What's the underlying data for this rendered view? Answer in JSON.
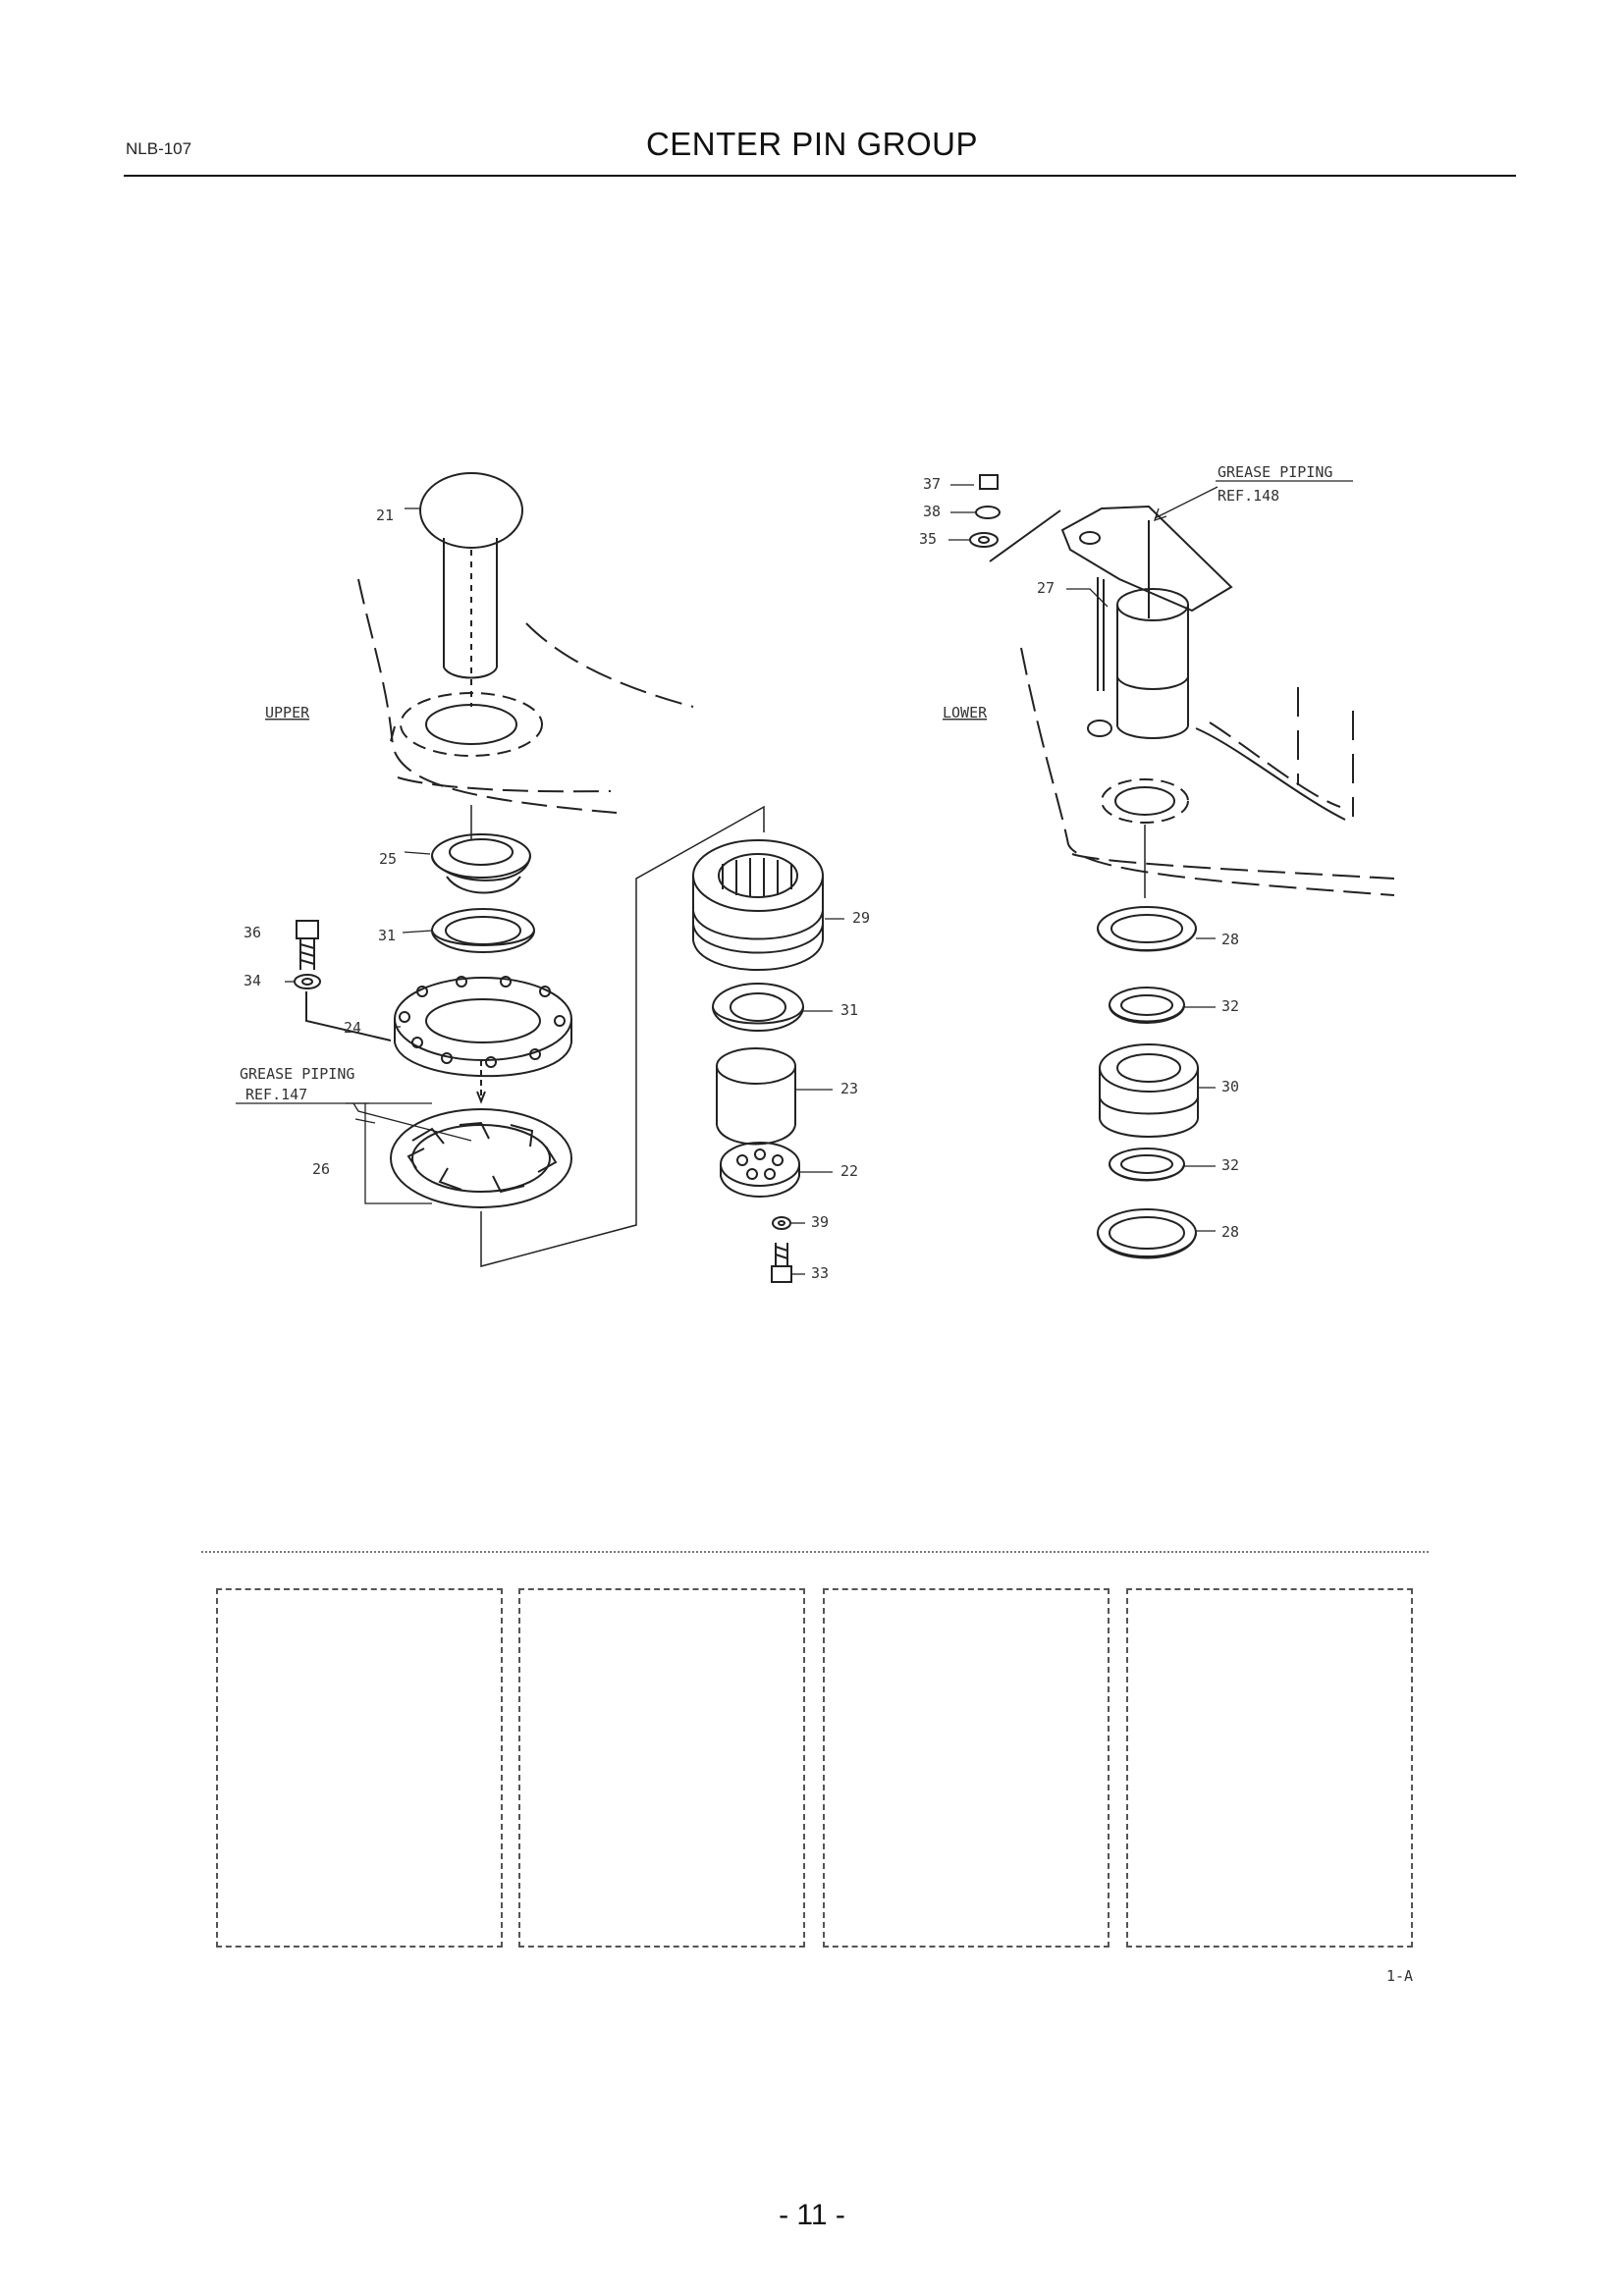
{
  "header": {
    "doc_code": "NLB-107",
    "title": "CENTER PIN GROUP"
  },
  "diagram": {
    "upper_label": "UPPER",
    "lower_label": "LOWER",
    "grease_upper": {
      "line1": "GREASE PIPING",
      "line2": "REF.147"
    },
    "grease_lower": {
      "line1": "GREASE PIPING",
      "line2": "REF.148"
    },
    "callouts": {
      "c21": "21",
      "c25": "25",
      "c36": "36",
      "c31a": "31",
      "c34": "34",
      "c24": "24",
      "c26": "26",
      "c29": "29",
      "c31b": "31",
      "c23": "23",
      "c22": "22",
      "c39": "39",
      "c33": "33",
      "c37": "37",
      "c38": "38",
      "c35": "35",
      "c27": "27",
      "c28a": "28",
      "c32a": "32",
      "c30": "30",
      "c32b": "32",
      "c28b": "28"
    }
  },
  "figure_tag": "1-A",
  "page_number": "- 11 -"
}
